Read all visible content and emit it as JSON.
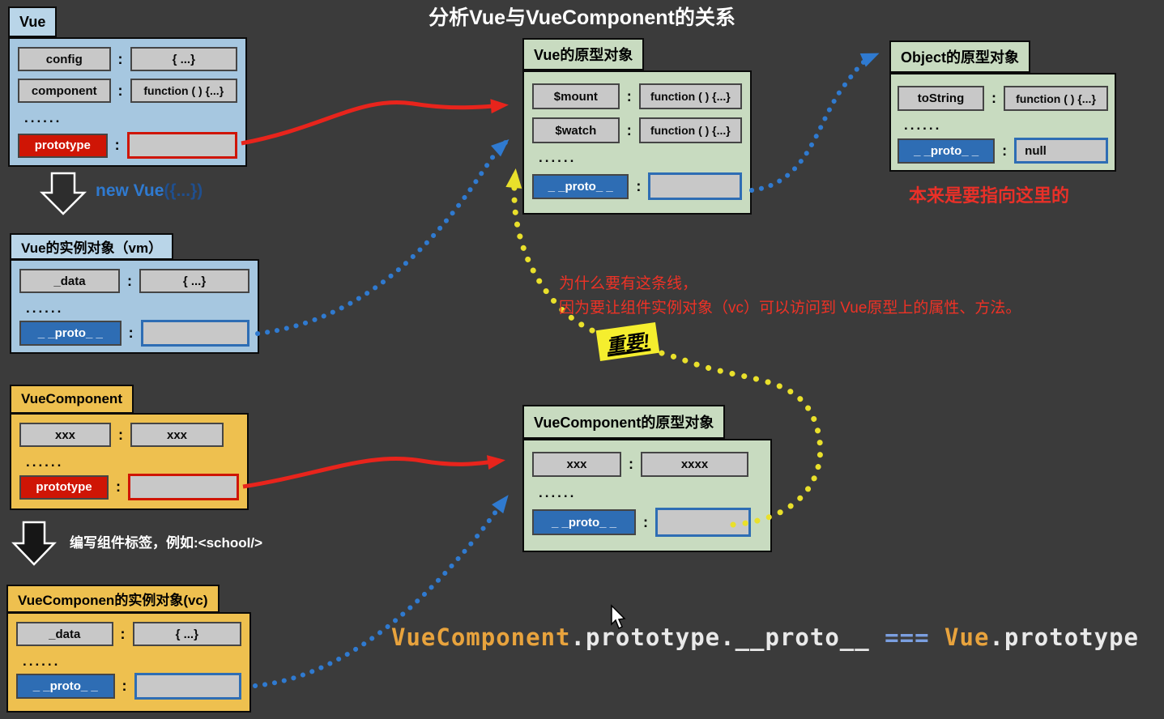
{
  "title": "分析Vue与VueComponent的关系",
  "colon": ":",
  "colors": {
    "background": "#3b3b3b",
    "blue_box": "#a6c7e0",
    "yellow_box": "#eec04f",
    "green_box": "#c8dbc0",
    "proto_blue": "#2e6db4",
    "prototype_red": "#cf1505",
    "red_arrow": "#e8241c",
    "blue_arrow": "#2f7ad0",
    "yellow_arrow": "#e9e02b"
  },
  "vue_class": {
    "header": "Vue",
    "rows": [
      {
        "key": "config",
        "value": "{ ...}"
      },
      {
        "key": "component",
        "value": "function ( ) {...}"
      }
    ],
    "dots": "......",
    "prototype_label": "prototype"
  },
  "new_vue_label": {
    "part1": "new Vue",
    "part2": "({...})"
  },
  "vm_instance": {
    "header": "Vue的实例对象（vm）",
    "rows": [
      {
        "key": "_data",
        "value": "{ ...}"
      }
    ],
    "dots": "......",
    "proto_label": "_ _proto_ _"
  },
  "vue_component_class": {
    "header": "VueComponent",
    "rows": [
      {
        "key": "xxx",
        "value": "xxx"
      }
    ],
    "dots": "......",
    "prototype_label": "prototype"
  },
  "write_tag_label": "编写组件标签，例如:<school/>",
  "vc_instance": {
    "header": "VueComponen的实例对象(vc)",
    "rows": [
      {
        "key": "_data",
        "value": "{ ...}"
      }
    ],
    "dots": "......",
    "proto_label": "_ _proto_ _"
  },
  "vue_prototype": {
    "header": "Vue的原型对象",
    "rows": [
      {
        "key": "$mount",
        "value": "function ( ) {...}"
      },
      {
        "key": "$watch",
        "value": "function ( ) {...}"
      }
    ],
    "dots": "......",
    "proto_label": "_ _proto_ _"
  },
  "object_prototype": {
    "header": "Object的原型对象",
    "rows": [
      {
        "key": "toString",
        "value": "function ( ) {...}"
      }
    ],
    "dots": "......",
    "proto_label": "_ _proto_ _",
    "proto_value": "null"
  },
  "vc_prototype": {
    "header": "VueComponent的原型对象",
    "rows": [
      {
        "key": "xxx",
        "value": "xxxx"
      }
    ],
    "dots": "......",
    "proto_label": "_ _proto_ _"
  },
  "annotations": {
    "should_point_here": "本来是要指向这里的",
    "why_line1": "为什么要有这条线，",
    "why_line2": "因为要让组件实例对象（vc）可以访问到 Vue原型上的属性、方法。",
    "important_badge": "重要!"
  },
  "code_line": {
    "seg1": "VueComponent",
    "seg2": ".prototype.",
    "seg3": "__proto__",
    "seg4": " === ",
    "seg5": "Vue",
    "seg6": ".prototype"
  }
}
